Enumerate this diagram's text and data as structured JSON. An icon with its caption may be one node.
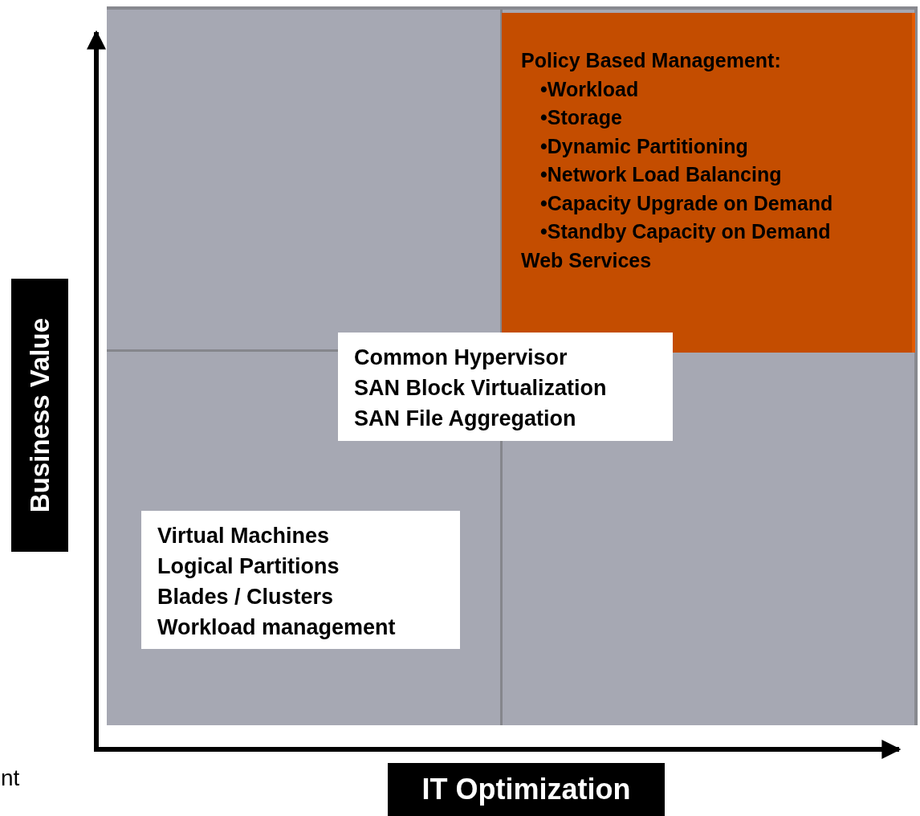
{
  "diagram": {
    "nodes": [
      {
        "text": [],
        "shape": "box"
      },
      {
        "text": [
          "Policy Based Management:",
          "•Workload",
          "•Storage",
          "•Dynamic Partitioning",
          "•Network Load Balancing",
          "•Capacity Upgrade on Demand",
          "•Standby Capacity on Demand",
          "Web Services"
        ],
        "in": 0
      },
      {
        "text": [
          "Common Hypervisor",
          "SAN Block Virtualization",
          "SAN File Aggregation"
        ],
        "in": 0
      },
      {
        "text": [
          "Virtual Machines",
          "Logical Partitions",
          "Blades / Clusters",
          "Workload management"
        ],
        "in": 0
      },
      {
        "text": [
          "Business Value"
        ]
      },
      {
        "text": [
          "IT Optimization"
        ]
      }
    ],
    "edges": [],
    "labels": [
      "nt"
    ]
  }
}
